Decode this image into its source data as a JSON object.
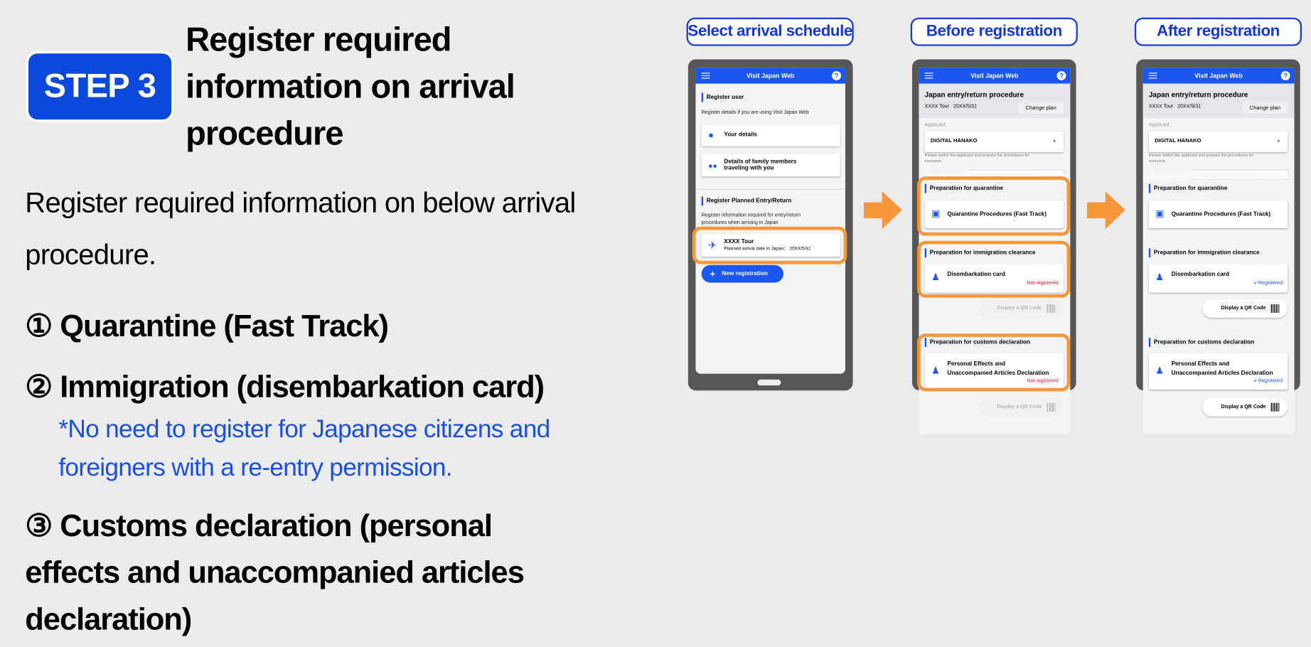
{
  "left": {
    "step_badge": "STEP 3",
    "title_lines": [
      "Register required",
      "information on arrival",
      "procedure"
    ],
    "intro_lines": [
      "Register required information on below arrival",
      "procedure."
    ],
    "items": [
      {
        "lines": [
          "① Quarantine (Fast Track)"
        ]
      },
      {
        "lines": [
          "② Immigration (disembarkation card)"
        ],
        "note_lines": [
          "*No need to register for Japanese citizens and",
          "foreigners with a re-entry permission."
        ]
      },
      {
        "lines": [
          "③ Customs declaration (personal",
          "effects and unaccompanied articles",
          "declaration)"
        ]
      }
    ]
  },
  "colors": {
    "accent_blue": "#0b49dc",
    "highlight_orange": "#f7963a",
    "not_registered": "#e0202a",
    "registered": "#1a56f0"
  },
  "phone1": {
    "label": "Select arrival schedule",
    "app_title": "Visit Japan Web",
    "help_icon": "?",
    "register_user_heading": "Register user",
    "register_user_desc": "Register details if you are using Visit Japan Web",
    "your_details": "Your details",
    "family_lines": [
      "Details of family members",
      "traveling with you"
    ],
    "planned_heading": "Register Planned Entry/Return",
    "planned_desc_lines": [
      "Register information required for entry/return",
      "procedures when arriving in Japan"
    ],
    "tour_name": "XXXX Tour",
    "tour_date": "Planned arrival date in Japan： 20XX/5/31",
    "new_registration": "New registration"
  },
  "phone2": {
    "label": "Before registration",
    "app_title": "Visit Japan Web",
    "help_icon": "?",
    "page_title": "Japan entry/return procedure",
    "plan": "XXXX Tour   20XX/5/31",
    "change_plan": "Change plan",
    "applicant_label": "Applicant",
    "applicant_value": "DIGITAL HANAKO",
    "hint_lines": [
      "Please switch the applicant and prepare the procedures for",
      "everyone"
    ],
    "quarantine_heading": "Preparation for quarantine",
    "quarantine_card": "Quarantine Procedures (Fast Track)",
    "immigration_heading": "Preparation for immigration clearance",
    "immigration_card": "Disembarkation card",
    "immigration_status": "Not registered",
    "qr_label": "Display a QR Code",
    "customs_heading": "Preparation for customs declaration",
    "customs_card_lines": [
      "Personal Effects and",
      "Unaccompanied Articles Declaration"
    ],
    "customs_status": "Not registered"
  },
  "phone3": {
    "label": "After registration",
    "app_title": "Visit Japan Web",
    "help_icon": "?",
    "page_title": "Japan entry/return procedure",
    "plan": "XXXX Tour   20XX/5/31",
    "change_plan": "Change plan",
    "applicant_label": "Applicant",
    "applicant_value": "DIGITAL HANAKO",
    "hint_lines": [
      "Please switch the applicant and prepare the procedures for",
      "everyone"
    ],
    "quarantine_heading": "Preparation for quarantine",
    "quarantine_card": "Quarantine Procedures (Fast Track)",
    "immigration_heading": "Preparation for immigration clearance",
    "immigration_card": "Disembarkation card",
    "immigration_status": "Registered",
    "qr_label": "Display a QR Code",
    "customs_heading": "Preparation for customs declaration",
    "customs_card_lines": [
      "Personal Effects and",
      "Unaccompanied Articles Declaration"
    ],
    "customs_status": "Registered"
  }
}
